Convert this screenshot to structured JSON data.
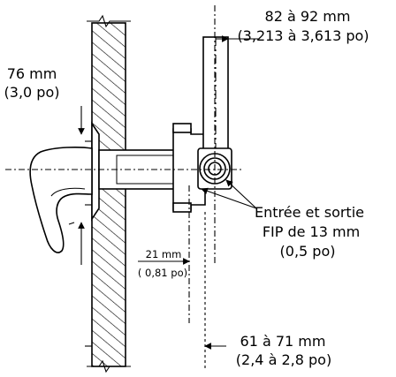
{
  "dimensions": {
    "top_right": {
      "metric": "82 à 92 mm",
      "imperial": "(3,213 à 3,613 po)"
    },
    "left": {
      "metric": "76 mm",
      "imperial": "(3,0 po)"
    },
    "middle": {
      "metric": "21 mm",
      "imperial": "( 0,81 po)"
    },
    "bottom": {
      "metric": "61 à 71 mm",
      "imperial": "(2,4 à 2,8 po)"
    }
  },
  "callout": {
    "line1": "Entrée et sortie",
    "line2": "FIP de 13 mm",
    "line3": "(0,5 po)"
  }
}
